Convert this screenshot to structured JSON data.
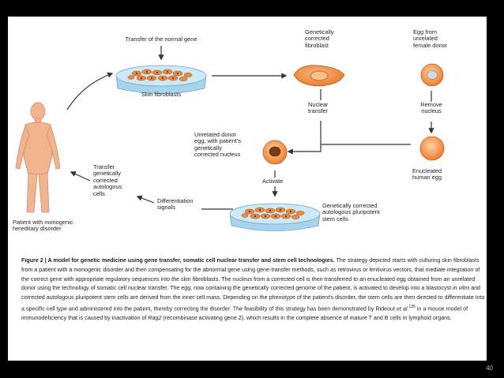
{
  "labels": {
    "transfer_normal_gene": "Transfer of the normal gene",
    "skin_fibroblasts": "Skin fibroblasts",
    "genetically_corrected_fibroblast": "Genetically\ncorrected\nfibroblast",
    "egg_from_donor": "Egg from\nunrelated\nfemale donor",
    "nuclear_transfer": "Nuclear\ntransfer",
    "remove_nucleus": "Remove\nnucleus",
    "unrelated_donor_egg": "Unrelated donor\negg, with patient's\ngenetically\ncorrected nucleus",
    "enucleated_egg": "Enucleated\nhuman egg",
    "transfer_cells": "Transfer\ngenetically\ncorrected\nautologous\ncells",
    "activate": "Activate",
    "differentiation_signals": "Differentiation\nsignals",
    "ips_cells": "Genetically corrected\nautologous pluripotent\nstem cells",
    "patient": "Patient with monogenic\nhereditary disorder"
  },
  "caption": {
    "heading": "Figure 2 | A model for genetic medicine using gene transfer, somatic cell nuclear transfer and stem cell technologies.",
    "body_1": " The strategy depicted starts with culturing skin fibroblasts from a patient with a monogenic disorder and then compensating for the abnormal gene using gene-transfer methods, such as retrovirus or lentivirus vectors, that mediate integration of the correct gene with appropriate regulatory sequences into the skin fibroblasts. The nucleus from a corrected cell is then transferred to an enucleated egg obtained from an unrelated donor using the technology of somatic cell nuclear transfer. The egg, now containing the genetically corrected genome of the patient, is activated to develop into a blastocyst ",
    "body_italic_1": "in vitro",
    "body_2": " and corrected autologous pluripotent stem cells are derived from the inner cell mass. Depending on the phenotype of the patient's disorder, the stem cells are then directed to differentiate into a specific cell type and administered into the patient, thereby correcting the disorder. The feasibility of this strategy has been demonstrated by Rideout ",
    "body_italic_2": "et al.",
    "ref": "135",
    "body_3": " in a mouse model of immunodeficiency that is caused by inactivation of ",
    "body_italic_3": "Rag2",
    "body_4": " (recombinase activating gene 2), which results in the complete absence of mature T and B cells in lymphoid organs."
  },
  "page_number": "40",
  "colors": {
    "background": "#000000",
    "card": "#ffffff",
    "arrow": "#333333",
    "dish": "#b9dcef",
    "cell_orange": "#f08a3a",
    "nucleus_brown": "#6b3410",
    "patient_skin": "#f2b48f"
  }
}
